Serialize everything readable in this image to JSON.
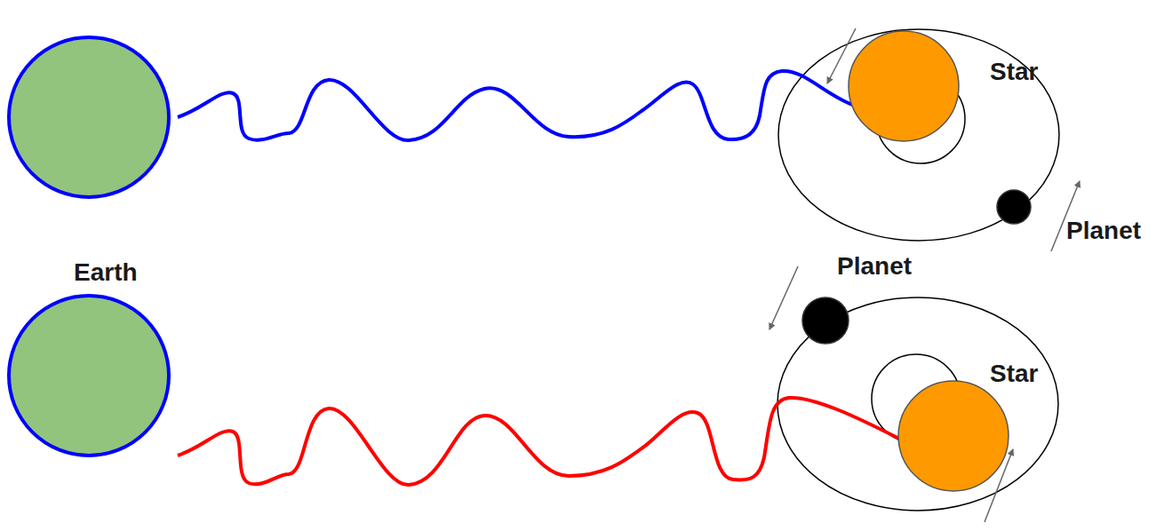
{
  "diagram": {
    "nodes": [
      {
        "text": [
          "Star"
        ]
      },
      {
        "text": [
          "Planet"
        ]
      },
      {
        "text": [
          "Planet"
        ]
      },
      {
        "text": [
          "Star"
        ]
      }
    ],
    "labels": [
      "Earth"
    ]
  }
}
